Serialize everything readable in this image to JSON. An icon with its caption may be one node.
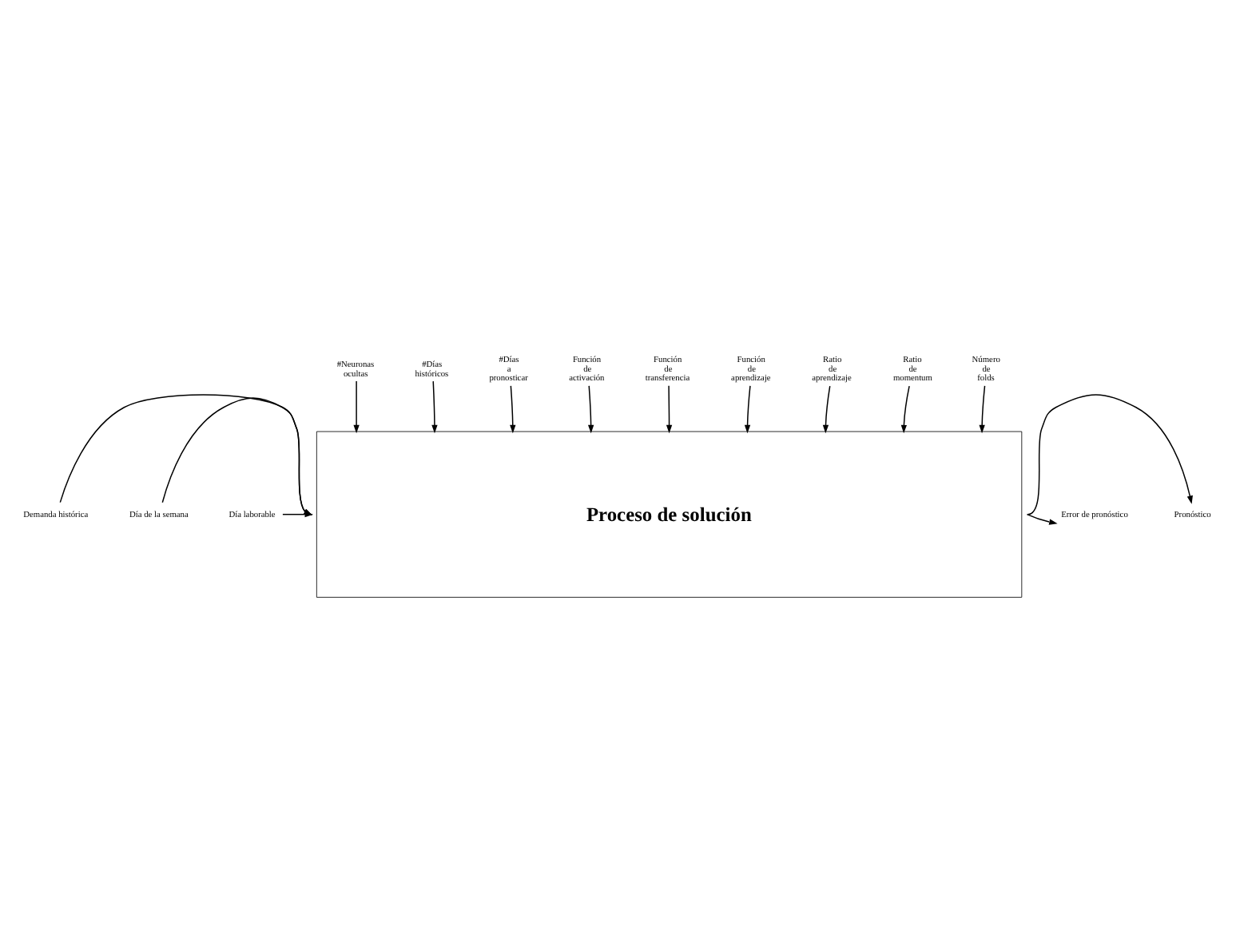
{
  "diagram": {
    "nodes": [
      {
        "text": [
          "Proceso de solución"
        ]
      },
      {
        "text": [
          "#Neuronas ocultas"
        ]
      },
      {
        "text": [
          "#Días históricos"
        ]
      },
      {
        "text": [
          "#Días a pronosticar"
        ]
      },
      {
        "text": [
          "Función de activación"
        ]
      },
      {
        "text": [
          "Función de transferencia"
        ]
      },
      {
        "text": [
          "Función de aprendizaje"
        ]
      },
      {
        "text": [
          "Ratio de aprendizaje"
        ]
      },
      {
        "text": [
          "Ratio de momentum"
        ]
      },
      {
        "text": [
          "Número de folds"
        ]
      },
      {
        "text": [
          "Demanda histórica"
        ]
      },
      {
        "text": [
          "Día de la semana"
        ]
      },
      {
        "text": [
          "Día laborable"
        ]
      },
      {
        "text": [
          "Pronóstico"
        ]
      },
      {
        "text": [
          "Error de pronóstico"
        ]
      }
    ],
    "edges": [
      {
        "from": 1,
        "to": 0,
        "arrow": "to"
      },
      {
        "from": 2,
        "to": 0,
        "arrow": "to"
      },
      {
        "from": 3,
        "to": 0,
        "arrow": "to"
      },
      {
        "from": 4,
        "to": 0,
        "arrow": "to"
      },
      {
        "from": 5,
        "to": 0,
        "arrow": "to"
      },
      {
        "from": 6,
        "to": 0,
        "arrow": "to"
      },
      {
        "from": 7,
        "to": 0,
        "arrow": "to"
      },
      {
        "from": 8,
        "to": 0,
        "arrow": "to"
      },
      {
        "from": 9,
        "to": 0,
        "arrow": "to"
      },
      {
        "from": 10,
        "to": 0,
        "arrow": "to"
      },
      {
        "from": 11,
        "to": 0,
        "arrow": "to"
      },
      {
        "from": 12,
        "to": 0,
        "arrow": "to"
      },
      {
        "from": 0,
        "to": 13,
        "arrow": "to"
      },
      {
        "from": 0,
        "to": 14,
        "arrow": "to"
      }
    ]
  }
}
